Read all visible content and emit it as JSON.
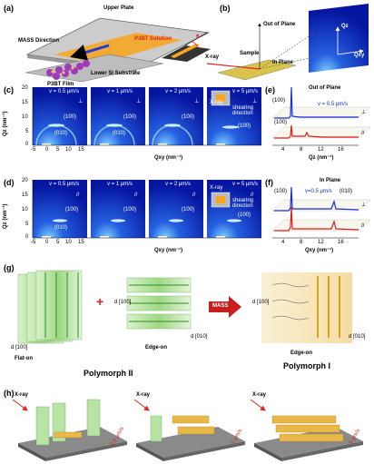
{
  "panels": {
    "a": {
      "label": "(a)",
      "upper_plate": "Upper Plate",
      "solution": "P3BT Solution",
      "direction": "MASS Direction",
      "substrate": "Lower Si Substrate",
      "film": "P3BT Film",
      "angle": "θ"
    },
    "b": {
      "label": "(b)",
      "out_of_plane": "Out of Plane",
      "in_plane": "In Plane",
      "xray": "X-ray",
      "sample": "Sample",
      "qz": "Qz",
      "qxy": "Qxy"
    },
    "c": {
      "label": "(c)",
      "orientation": "⊥",
      "speeds": [
        "v = 0.5 μm/s",
        "v = 1 μm/s",
        "v = 2 μm/s",
        "v = 5 μm/s"
      ],
      "ylabel": "Qz (nm⁻¹)",
      "xlabel": "Qxy (nm⁻¹)",
      "yticks": [
        "20",
        "15",
        "10",
        "5",
        "0"
      ],
      "xticks": [
        "-5",
        "0",
        "5",
        "10",
        "15"
      ],
      "peak_100": "(100)",
      "peak_010": "(010)",
      "xray_box": "X-ray",
      "shearing": "shearing direction"
    },
    "d": {
      "label": "(d)",
      "orientation": "//",
      "speeds": [
        "v = 0.5 μm/s",
        "v = 1 μm/s",
        "v = 2 μm/s",
        "v = 5 μm/s"
      ],
      "ylabel": "Qz (nm⁻¹)",
      "xlabel": "Qxy (nm⁻¹)",
      "yticks": [
        "20",
        "15",
        "10",
        "5",
        "0"
      ],
      "xticks": [
        "-5",
        "0",
        "5",
        "10",
        "15"
      ],
      "peak_100": "(100)",
      "peak_010": "(010)",
      "xray_box": "X-ray",
      "shearing": "shearing direction"
    },
    "e": {
      "label": "(e)",
      "title": "Out of Plane",
      "speed": "v = 0.5 μm/s",
      "peak": "(100)",
      "xlabel": "Qz (nm⁻¹)",
      "xticks": [
        "4",
        "8",
        "12",
        "16"
      ],
      "orientation": "⊥",
      "orientation2": "//"
    },
    "f": {
      "label": "(f)",
      "title": "In Plane",
      "speed": "v=0.5 μm/s",
      "peak_010": "(010)",
      "peak_100": "(100)",
      "xlabel": "Qxy (nm⁻¹)",
      "xticks": [
        "4",
        "8",
        "12",
        "16"
      ],
      "orientation": "⊥",
      "orientation2": "//"
    },
    "g": {
      "label": "(g)",
      "flat_on": "Flat-on",
      "edge_on": "Edge-on",
      "edge_on2": "Edge-on",
      "polymorph2": "Polymorph II",
      "polymorph1": "Polymorph I",
      "mass": "MASS",
      "plus": "+",
      "d100": "d [100]",
      "d010": "d [010]"
    },
    "h": {
      "label": "(h)",
      "xray": "X-ray",
      "speeds": [
        "0.5 μm/s",
        "1 μm/s",
        "5 μm/s"
      ]
    }
  },
  "colors": {
    "gi_bg": "#0a1fa8",
    "gi_bright": "#5fb4ff",
    "blue_trace": "#1a2fd6",
    "red_trace": "#e11a1a",
    "green": "#8bd06b",
    "gold": "#e7b030",
    "mass_arrow": "#c81e1e"
  }
}
